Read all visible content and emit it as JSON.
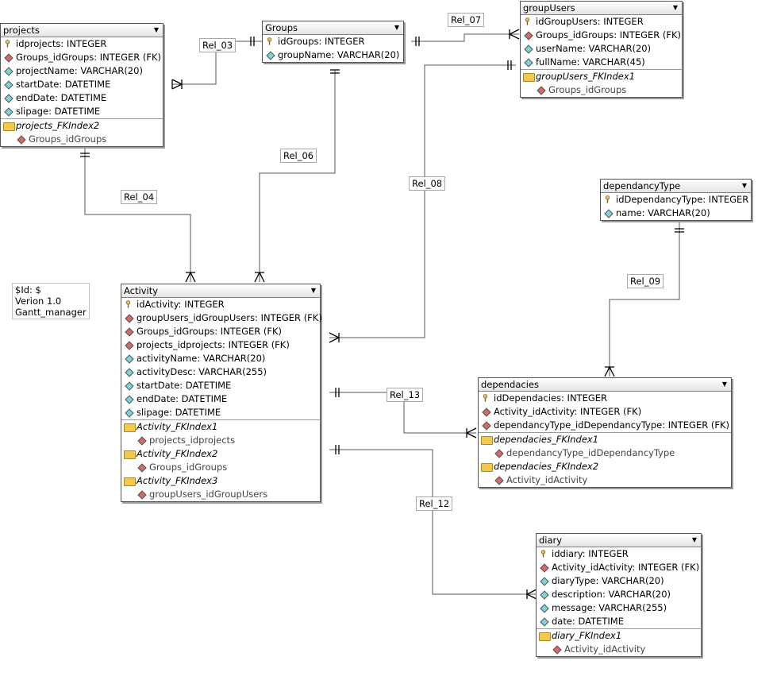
{
  "tables": {
    "projects": {
      "name": "projects",
      "columns": [
        {
          "text": "idprojects: INTEGER",
          "icon": "key-icon"
        },
        {
          "text": "Groups_idGroups: INTEGER (FK)",
          "icon": "fk-diamond-icon"
        },
        {
          "text": "projectName: VARCHAR(20)",
          "icon": "column-diamond-icon"
        },
        {
          "text": "startDate: DATETIME",
          "icon": "column-diamond-icon"
        },
        {
          "text": "endDate: DATETIME",
          "icon": "column-diamond-icon"
        },
        {
          "text": "slipage: DATETIME",
          "icon": "column-diamond-icon"
        }
      ],
      "indexes": [
        {
          "name": "projects_FKIndex2",
          "fields": [
            "Groups_idGroups"
          ]
        }
      ]
    },
    "groups": {
      "name": "Groups",
      "columns": [
        {
          "text": "idGroups: INTEGER",
          "icon": "key-icon"
        },
        {
          "text": "groupName: VARCHAR(20)",
          "icon": "column-diamond-icon"
        }
      ],
      "indexes": []
    },
    "groupUsers": {
      "name": "groupUsers",
      "columns": [
        {
          "text": "idGroupUsers: INTEGER",
          "icon": "key-icon"
        },
        {
          "text": "Groups_idGroups: INTEGER (FK)",
          "icon": "fk-diamond-icon"
        },
        {
          "text": "userName: VARCHAR(20)",
          "icon": "column-diamond-icon"
        },
        {
          "text": "fullName: VARCHAR(45)",
          "icon": "column-diamond-icon"
        }
      ],
      "indexes": [
        {
          "name": "groupUsers_FKIndex1",
          "fields": [
            "Groups_idGroups"
          ]
        }
      ]
    },
    "dependancyType": {
      "name": "dependancyType",
      "columns": [
        {
          "text": "idDependancyType: INTEGER",
          "icon": "key-icon"
        },
        {
          "text": "name: VARCHAR(20)",
          "icon": "column-diamond-icon"
        }
      ],
      "indexes": []
    },
    "activity": {
      "name": "Activity",
      "columns": [
        {
          "text": "idActivity: INTEGER",
          "icon": "key-icon"
        },
        {
          "text": "groupUsers_idGroupUsers: INTEGER (FK)",
          "icon": "fk-diamond-icon"
        },
        {
          "text": "Groups_idGroups: INTEGER (FK)",
          "icon": "fk-diamond-icon"
        },
        {
          "text": "projects_idprojects: INTEGER (FK)",
          "icon": "fk-diamond-icon"
        },
        {
          "text": "activityName: VARCHAR(20)",
          "icon": "column-diamond-icon"
        },
        {
          "text": "activityDesc: VARCHAR(255)",
          "icon": "column-diamond-icon"
        },
        {
          "text": "startDate: DATETIME",
          "icon": "column-diamond-icon"
        },
        {
          "text": "endDate: DATETIME",
          "icon": "column-diamond-icon"
        },
        {
          "text": "slipage: DATETIME",
          "icon": "column-diamond-icon"
        }
      ],
      "indexes": [
        {
          "name": "Activity_FKIndex1",
          "fields": [
            "projects_idprojects"
          ]
        },
        {
          "name": "Activity_FKIndex2",
          "fields": [
            "Groups_idGroups"
          ]
        },
        {
          "name": "Activity_FKIndex3",
          "fields": [
            "groupUsers_idGroupUsers"
          ]
        }
      ]
    },
    "dependacies": {
      "name": "dependacies",
      "columns": [
        {
          "text": "idDependacies: INTEGER",
          "icon": "key-icon"
        },
        {
          "text": "Activity_idActivity: INTEGER (FK)",
          "icon": "fk-diamond-icon"
        },
        {
          "text": "dependancyType_idDependancyType: INTEGER (FK)",
          "icon": "fk-diamond-icon"
        }
      ],
      "indexes": [
        {
          "name": "dependacies_FKIndex1",
          "fields": [
            "dependancyType_idDependancyType"
          ]
        },
        {
          "name": "dependacies_FKIndex2",
          "fields": [
            "Activity_idActivity"
          ]
        }
      ]
    },
    "diary": {
      "name": "diary",
      "columns": [
        {
          "text": "iddiary: INTEGER",
          "icon": "key-icon"
        },
        {
          "text": "Activity_idActivity: INTEGER (FK)",
          "icon": "fk-diamond-icon"
        },
        {
          "text": "diaryType: VARCHAR(20)",
          "icon": "column-diamond-icon"
        },
        {
          "text": "description: VARCHAR(20)",
          "icon": "column-diamond-icon"
        },
        {
          "text": "message: VARCHAR(255)",
          "icon": "column-diamond-icon"
        },
        {
          "text": "date: DATETIME",
          "icon": "column-diamond-icon"
        }
      ],
      "indexes": [
        {
          "name": "diary_FKIndex1",
          "fields": [
            "Activity_idActivity"
          ]
        }
      ]
    }
  },
  "relations": {
    "rel03": "Rel_03",
    "rel04": "Rel_04",
    "rel06": "Rel_06",
    "rel07": "Rel_07",
    "rel08": "Rel_08",
    "rel09": "Rel_09",
    "rel12": "Rel_12",
    "rel13": "Rel_13"
  },
  "note": {
    "line1": "$Id: $",
    "line2": "Verion 1.0",
    "line3": "Gantt_manager"
  },
  "colors": {
    "key": "#e0c060",
    "fk": "#d26a6a",
    "column": "#7fd3d8",
    "folder": "#f2c94c"
  }
}
